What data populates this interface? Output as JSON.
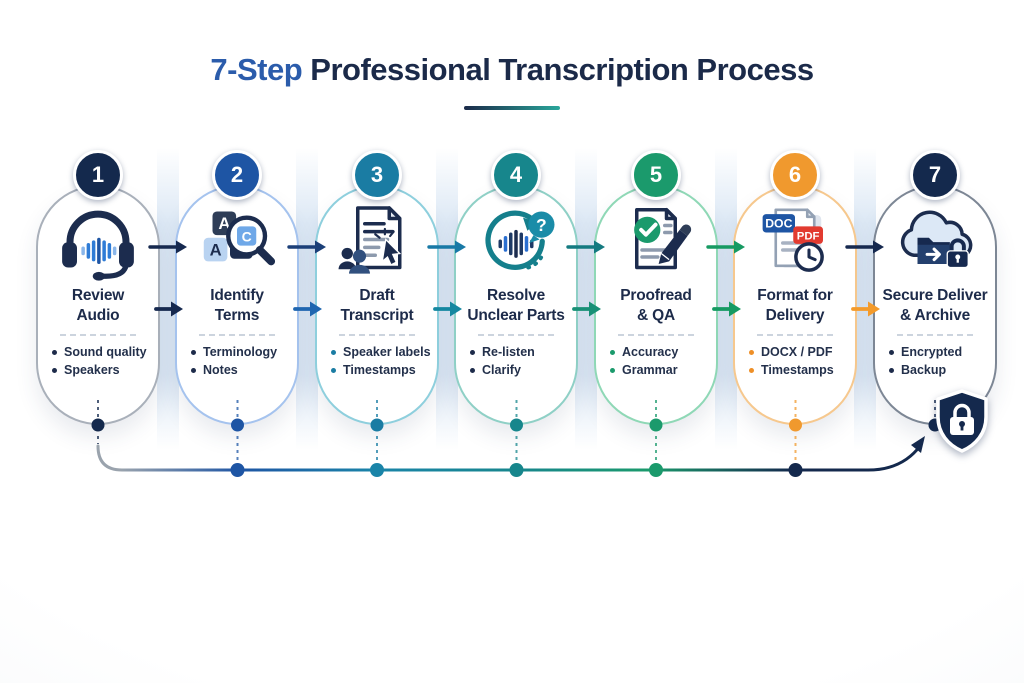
{
  "title": {
    "prefix": "7-Step",
    "rest": "Professional Transcription Process"
  },
  "steps": [
    {
      "number": "1",
      "line1": "Review",
      "line2": "Audio",
      "bullets": [
        "Sound quality",
        "Speakers"
      ],
      "icon": "headset-waveform-icon",
      "badge_color": "#14294d",
      "border_color": "#a9b0ba",
      "bullet_color": "#1d2b4a",
      "dot_color": "#14294d"
    },
    {
      "number": "2",
      "line1": "Identify",
      "line2": "Terms",
      "bullets": [
        "Terminology",
        "Notes"
      ],
      "icon": "letter-tiles-magnifier-icon",
      "tiles": [
        "A",
        "A",
        "C"
      ],
      "badge_color": "#1e55a4",
      "border_color": "#a5c3ee",
      "bullet_color": "#1d2b4a",
      "dot_color": "#1e55a4"
    },
    {
      "number": "3",
      "line1": "Draft",
      "line2": "Transcript",
      "bullets": [
        "Speaker labels",
        "Timestamps"
      ],
      "icon": "document-cursor-people-icon",
      "badge_color": "#1a7ca3",
      "border_color": "#8ecfdd",
      "bullet_color": "#1a7ca3",
      "dot_color": "#1a7ca3"
    },
    {
      "number": "4",
      "line1": "Resolve",
      "line2": "Unclear Parts",
      "bullets": [
        "Re-listen",
        "Clarify"
      ],
      "icon": "replay-waveform-question-icon",
      "bubble_text": "?",
      "badge_color": "#17868c",
      "border_color": "#8fd0c6",
      "bullet_color": "#1d2b4a",
      "dot_color": "#17868c"
    },
    {
      "number": "5",
      "line1": "Proofread",
      "line2": "& QA",
      "bullets": [
        "Accuracy",
        "Grammar"
      ],
      "icon": "proofread-check-pencil-icon",
      "badge_color": "#1b9a6c",
      "border_color": "#8fd8b6",
      "bullet_color": "#1b9a6c",
      "dot_color": "#1b9a6c"
    },
    {
      "number": "6",
      "line1": "Format for",
      "line2": "Delivery",
      "bullets": [
        "DOCX / PDF",
        "Timestamps"
      ],
      "icon": "doc-pdf-clock-icon",
      "file_labels": [
        "DOC",
        "PDF"
      ],
      "badge_color": "#f0992e",
      "border_color": "#f6c88e",
      "bullet_color": "#ee8f27",
      "dot_color": "#f0992e"
    },
    {
      "number": "7",
      "line1": "Secure Deliver",
      "line2": "& Archive",
      "bullets": [
        "Encrypted",
        "Backup"
      ],
      "icon": "cloud-folder-lock-icon",
      "badge_color": "#14294d",
      "border_color": "#7d8795",
      "bullet_color": "#1d2b4a",
      "dot_color": "#14294d"
    }
  ],
  "arrows": [
    {
      "top": "#16294f",
      "bottom": "#16294f"
    },
    {
      "top": "#1b3f78",
      "bottom": "#1f66b0"
    },
    {
      "top": "#1879a6",
      "bottom": "#1587a0"
    },
    {
      "top": "#147a80",
      "bottom": "#189076"
    },
    {
      "top": "#169a62",
      "bottom": "#169a62"
    },
    {
      "top": "#16294f",
      "bottom": "#f49b2b"
    }
  ],
  "connector": {
    "line_dot_colors": [
      null,
      "#1e55a4",
      "#1a84a8",
      "#17868c",
      "#1b9a6c",
      "#14294d",
      null
    ],
    "gradient_stops": [
      "#9aa3ad",
      "#1e55a4",
      "#1a84a8",
      "#17868c",
      "#1b9a6c",
      "#14294d"
    ],
    "shield_icon": "security-shield-lock-icon"
  },
  "underline_colors": {
    "from": "#1b2a49",
    "to": "#2aa79b"
  }
}
